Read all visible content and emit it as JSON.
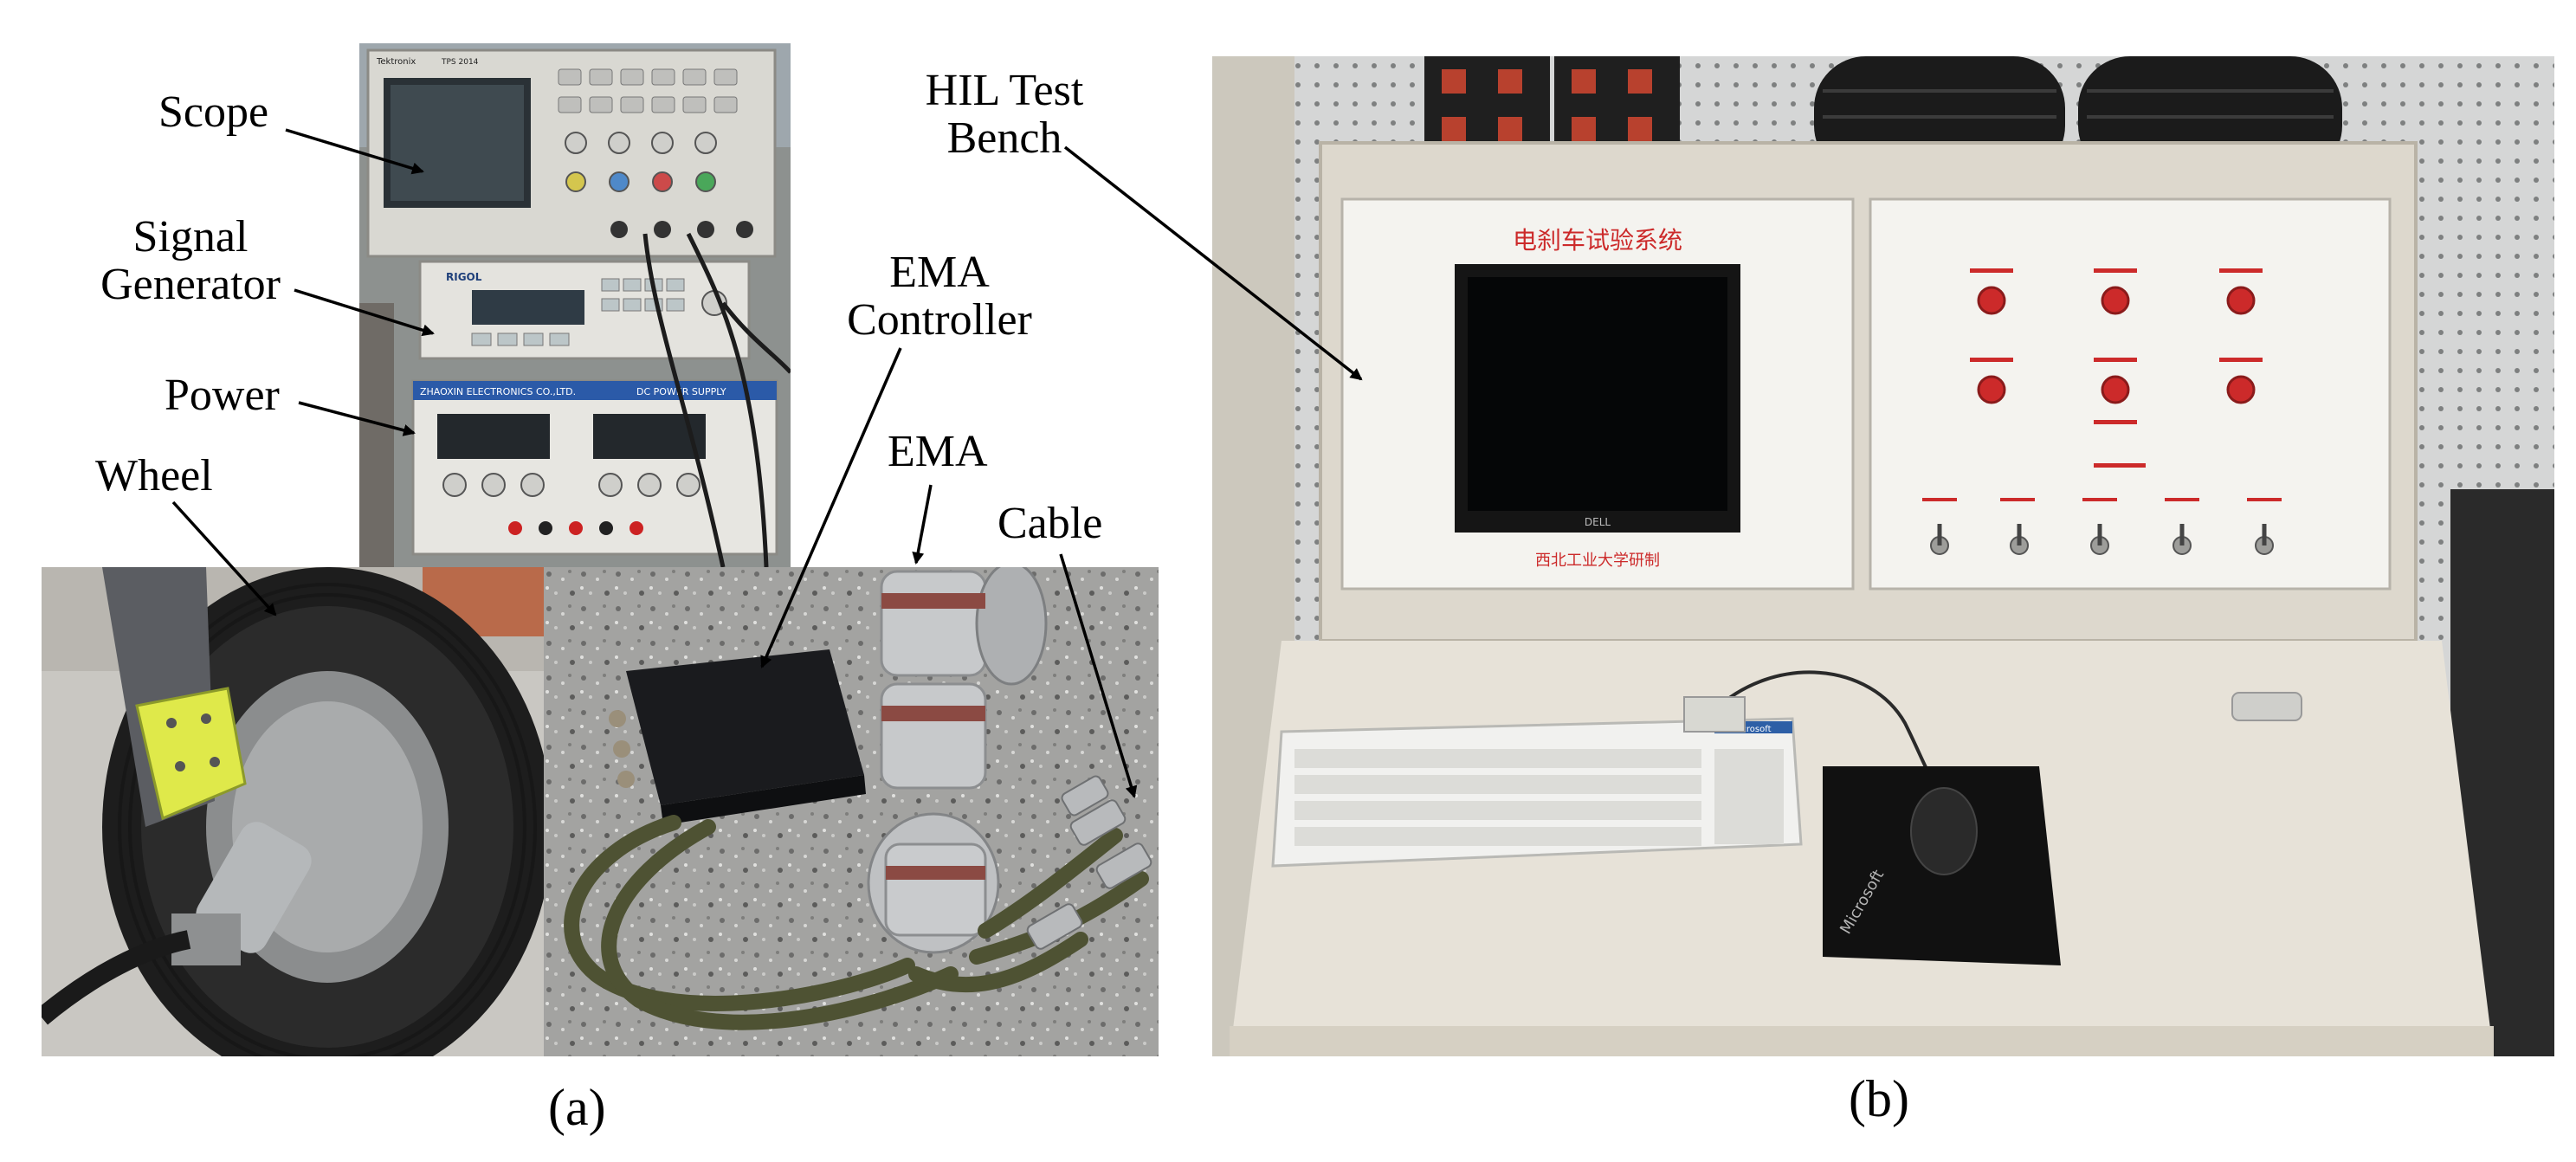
{
  "panel_a": {
    "caption": "(a)",
    "labels": {
      "scope": "Scope",
      "signal_generator_line1": "Signal",
      "signal_generator_line2": "Generator",
      "power": "Power",
      "wheel": "Wheel",
      "ema_controller_line1": "EMA",
      "ema_controller_line2": "Controller",
      "ema": "EMA",
      "cable": "Cable"
    },
    "equipment_text": {
      "scope_brand": "Tektronix",
      "scope_model": "TPS 2014",
      "generator_brand": "RIGOL",
      "power_brand": "ZHAOXIN ELECTRONICS CO.,LTD.",
      "power_model": "DC POWER SUPPLY"
    }
  },
  "panel_b": {
    "caption": "(b)",
    "labels": {
      "bench_line1": "HIL Test",
      "bench_line2": "Bench"
    },
    "equipment_text": {
      "panel_title": "电刹车试验系统",
      "panel_footer": "西北工业大学研制",
      "monitor_brand": "DELL",
      "keyboard_brand": "Microsoft",
      "mousepad_brand": "Microsoft"
    }
  },
  "colors": {
    "panel_red": "#cc2a2a",
    "bench_beige": "#e7e2d8",
    "cable_green": "#4e5233",
    "bracket_yellow": "#dfe94a"
  }
}
